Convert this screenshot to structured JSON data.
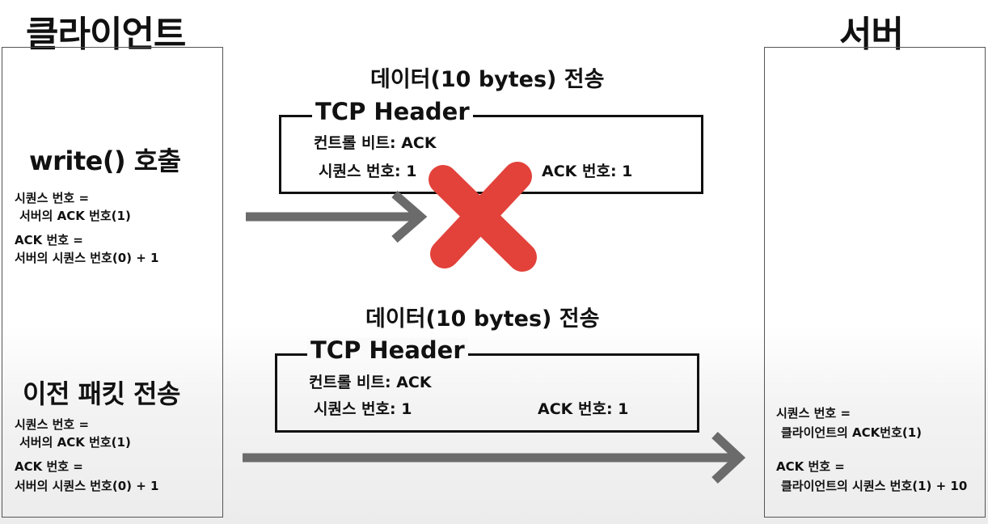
{
  "client": {
    "title": "클라이언트",
    "section1": {
      "heading": "write() 호출",
      "seq_label": "시퀀스 번호 =",
      "seq_value": "서버의 ACK 번호(1)",
      "ack_label": "ACK 번호 =",
      "ack_value": "서버의 시퀀스 번호(0) + 1"
    },
    "section2": {
      "heading": "이전 패킷 전송",
      "seq_label": "시퀀스 번호 =",
      "seq_value": "서버의 ACK 번호(1)",
      "ack_label": "ACK 번호 =",
      "ack_value": "서버의 시퀀스 번호(0) + 1"
    }
  },
  "server": {
    "title": "서버",
    "seq_label": "시퀀스 번호 =",
    "seq_value": "클라이언트의 ACK번호(1)",
    "ack_label": "ACK 번호 =",
    "ack_value": "클라이언트의 시퀀스 번호(1) + 10"
  },
  "transfers": [
    {
      "title": "데이터(10 bytes) 전송",
      "header_label": "TCP Header",
      "control_bits": "컨트롤 비트: ACK",
      "seq": "시퀀스 번호: 1",
      "ack": "ACK 번호: 1",
      "status": "failed"
    },
    {
      "title": "데이터(10 bytes) 전송",
      "header_label": "TCP Header",
      "control_bits": "컨트롤 비트: ACK",
      "seq": "시퀀스 번호: 1",
      "ack": "ACK 번호: 1",
      "status": "delivered"
    }
  ],
  "colors": {
    "arrow": "#6b6b6b",
    "fail_mark": "#e2423a"
  }
}
